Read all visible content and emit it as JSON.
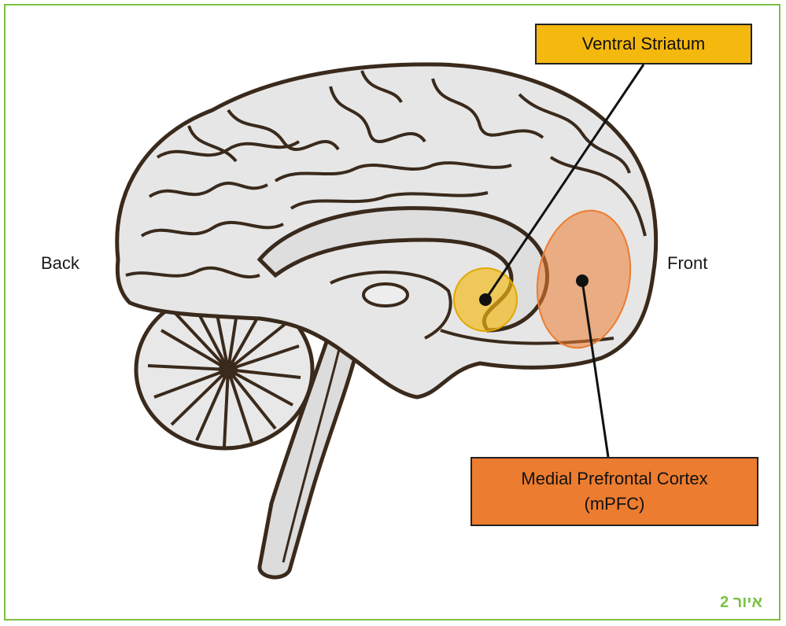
{
  "labels": {
    "back": "Back",
    "front": "Front",
    "ventral_striatum": "Ventral Striatum",
    "mpfc_line1": "Medial Prefrontal Cortex",
    "mpfc_line2": "(mPFC)"
  },
  "figure_caption": "איור 2",
  "colors": {
    "frame": "#7ac143",
    "ventral_striatum": "#f5b80f",
    "mpfc": "#ec7c30",
    "brain_fill": "#e6e6e6",
    "brain_outline": "#3a2a1c"
  }
}
